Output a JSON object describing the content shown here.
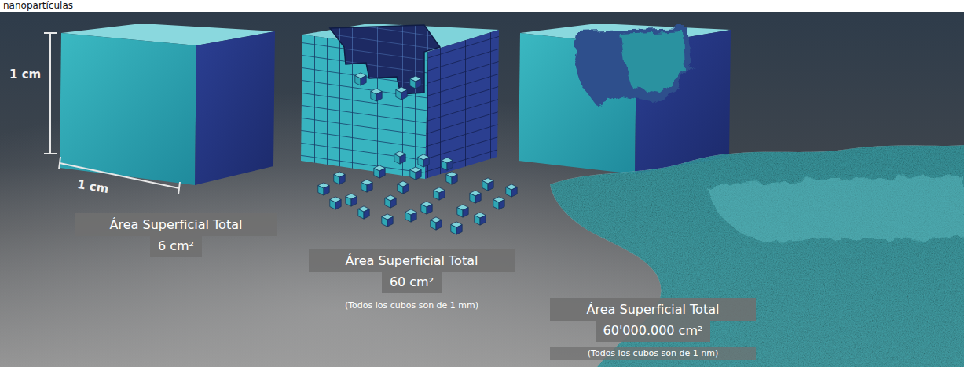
{
  "diagram": {
    "nodes": [
      {
        "text": [
          "Área Superficial Total",
          "6 cm²"
        ]
      },
      {
        "text": [
          "Área Superficial Total",
          "60 cm²",
          "(Todos los cubos son de 1 mm)"
        ]
      },
      {
        "text": [
          "Área Superficial Total",
          "60'000.000 cm²",
          "(Todos los cubos son de 1 nm)"
        ]
      }
    ],
    "labels": [
      "nanopartículas",
      "1 cm",
      "1 cm"
    ]
  }
}
